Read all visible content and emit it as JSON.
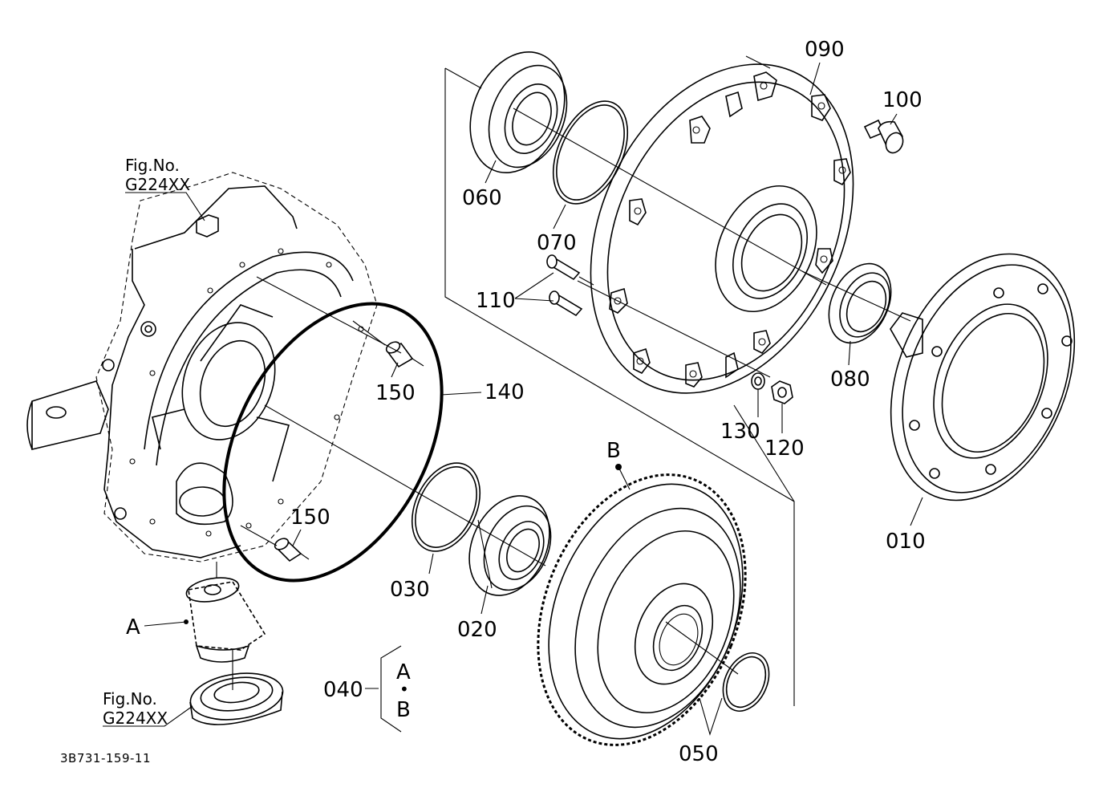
{
  "labels": {
    "p010": "010",
    "p020": "020",
    "p030": "030",
    "p040": "040",
    "p050": "050",
    "p060": "060",
    "p070": "070",
    "p080": "080",
    "p090": "090",
    "p100": "100",
    "p110": "110",
    "p120": "120",
    "p130": "130",
    "p140": "140",
    "p150_upper": "150",
    "p150_lower": "150",
    "callout_a": "A",
    "callout_b": "B",
    "bracket_a": "A",
    "bracket_dot": "•",
    "bracket_b": "B"
  },
  "fig_refs": {
    "upper": {
      "line1": "Fig.No.",
      "line2": "G224XX"
    },
    "lower": {
      "line1": "Fig.No.",
      "line2": "G224XX"
    }
  },
  "drawing_code": "3B731-159-11"
}
